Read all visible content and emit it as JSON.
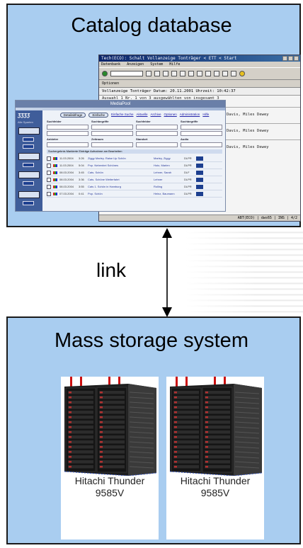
{
  "diagram": {
    "top_box": {
      "title": "Catalog database"
    },
    "link": {
      "label": "link"
    },
    "bottom_box": {
      "title": "Mass storage system"
    },
    "servers": [
      {
        "caption_line1": "Hitachi Thunder",
        "caption_line2": "9585V"
      },
      {
        "caption_line1": "Hitachi Thunder",
        "caption_line2": "9585V"
      }
    ]
  },
  "screenshots": {
    "back_window": {
      "title": "Tech(ECO): Schalt Vollanzeige Tonträger < ETT < Start",
      "menu": [
        "Datenbank",
        "Anzeigen",
        "System",
        "Hilfe"
      ],
      "toolbar_label": "Optionen",
      "header_line": "Vollanzeige Tonträger      Datum: 20.11.2001        Uhrzeit: 10:42:37",
      "row_line": " Auswahl          1  Nr.    1  von     3  ausgewählten von insgesamt       3",
      "side_name": "Davis, Miles Dewey",
      "status": "ABT(ECO) | dws65 | INS | 4/2"
    },
    "front_window": {
      "title": "MediaPool",
      "logo": "ƷƷƷƷ",
      "side_subtitle": "Alle Sparten",
      "tabs": [
        "Detailabfrage",
        "Einfache",
        "Einfache Suche",
        "Aktuelle",
        "Archive",
        "Optionen",
        "Administration",
        "Hilfe"
      ],
      "form_labels": [
        "Suchfelder",
        "Suchbegriffe",
        "Suchfelder",
        "Suchbegriffe",
        "Anbieter",
        "Zeitraum",
        "Standort",
        "Audio"
      ],
      "bar_label": "Suchergebnis    Markierte Einträge    Aufnahme am    Bearbeiten",
      "rows": [
        {
          "date": "11.03.2004",
          "dur": "3:26",
          "title": "Ziggy Marley. Raise Up Schön",
          "person": "Marley, Ziggy",
          "fmt": "DLPR"
        },
        {
          "date": "11.03.2004",
          "dur": "5:04",
          "title": "Pop. Nebenbei Schönes",
          "person": "Hotz, Marlen",
          "fmt": "DLPR"
        },
        {
          "date": "08.03.2004",
          "dur": "3:45",
          "title": "Cats. Schön",
          "person": "Lehner, Sarah",
          "fmt": "DLF"
        },
        {
          "date": "08.03.2004",
          "dur": "3:36",
          "title": "Cats. Schöne Weiterfahrt",
          "person": "Lehner",
          "fmt": "DLPR"
        },
        {
          "date": "08.03.2004",
          "dur": "3:55",
          "title": "Cats 1. Schön in Hamburg",
          "person": "Rolling",
          "fmt": "DLPR"
        },
        {
          "date": "07.03.2004",
          "dur": "0:41",
          "title": "Pop. Schön",
          "person": "Heinz, Baumann",
          "fmt": "DLPR"
        }
      ]
    }
  },
  "colors": {
    "box_fill": "#a9cdf0",
    "box_border": "#1a1a1a",
    "arrow": "#000000"
  }
}
